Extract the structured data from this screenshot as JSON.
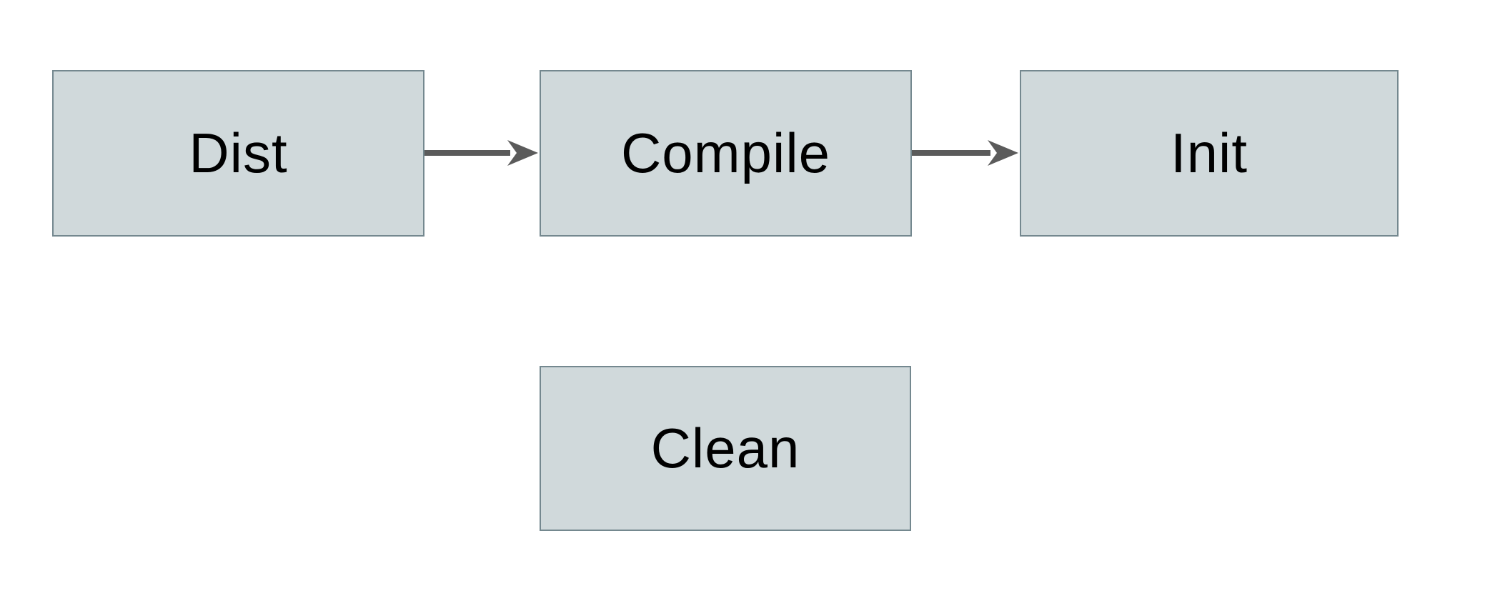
{
  "diagram": {
    "background_color": "#ffffff",
    "node_fill_color": "#d0d9db",
    "node_border_color": "#74888f",
    "arrow_color": "#5b5b5b",
    "text_color": "#000000",
    "nodes": [
      {
        "id": "dist",
        "label": "Dist"
      },
      {
        "id": "compile",
        "label": "Compile"
      },
      {
        "id": "init",
        "label": "Init"
      },
      {
        "id": "clean",
        "label": "Clean"
      }
    ],
    "edges": [
      {
        "from": "Dist",
        "to": "Compile"
      },
      {
        "from": "Compile",
        "to": "Init"
      }
    ]
  }
}
